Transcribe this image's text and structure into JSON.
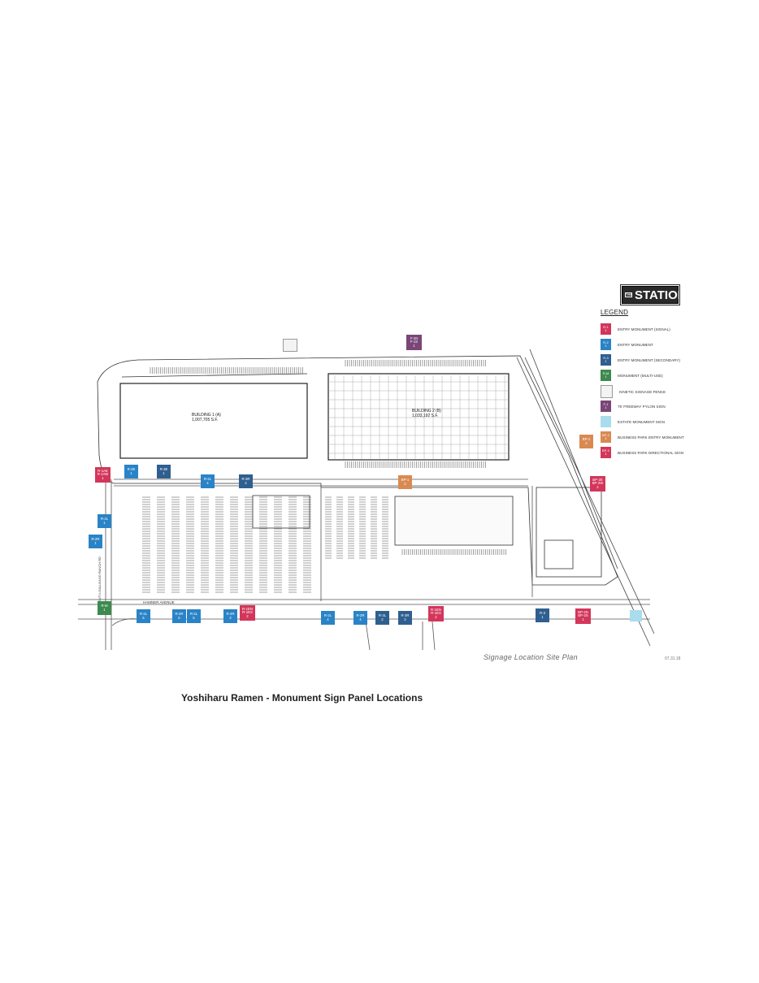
{
  "logo": {
    "the": "THE",
    "name": "STATION"
  },
  "legend": {
    "title": "LEGEND",
    "items": [
      {
        "code": "R-1",
        "num": "1",
        "label": "Entry Monument (Signal)",
        "color": "#d3365a"
      },
      {
        "code": "R-2",
        "num": "1",
        "label": "Entry Monument",
        "color": "#2a83c6"
      },
      {
        "code": "R-3",
        "num": "1",
        "label": "Entry Monument (Secondary)",
        "color": "#2f5f8f"
      },
      {
        "code": "R-M",
        "num": "1",
        "label": "Monument (Multi-Use)",
        "color": "#3d8a4e"
      },
      {
        "code": "",
        "num": "",
        "label": "Kinetic Signage Fence",
        "color": "#f3f3f3"
      },
      {
        "code": "F-1",
        "num": "1",
        "label": "75' Freeway Pylon Sign",
        "color": "#7a4677"
      },
      {
        "code": "",
        "num": "",
        "label": "Estate Monument Sign",
        "color": "#a9dcec"
      },
      {
        "code": "BP-1",
        "num": "1",
        "label": "Business Park Entry Monument",
        "color": "#d98a52"
      },
      {
        "code": "BP-2",
        "num": "1",
        "label": "Business Park Directional Sign",
        "color": "#d3365a"
      }
    ]
  },
  "buildings": [
    {
      "name": "BUILDING 1 (A)",
      "area": "1,007,705 S.F."
    },
    {
      "name": "BUILDING 2 (B)",
      "area": "1,033,192 S.F."
    }
  ],
  "streets": {
    "avenue": "HAMNER AVENUE",
    "boulevard": "CANTU-GALLEANO RANCH RD"
  },
  "markers": [
    {
      "id": "m1",
      "lines": [
        "F-1N",
        "F-1S",
        "1"
      ]
    },
    {
      "id": "m2",
      "lines": [
        "R-1AE",
        "R-1AW",
        "1"
      ]
    },
    {
      "id": "m3",
      "lines": [
        "R-2E",
        "1"
      ]
    },
    {
      "id": "m4",
      "lines": [
        "R-3E",
        "1"
      ]
    },
    {
      "id": "m5",
      "lines": [
        "R-2L",
        "4"
      ]
    },
    {
      "id": "m6",
      "lines": [
        "R-3R",
        "4"
      ]
    },
    {
      "id": "m7",
      "lines": [
        "BP-1",
        "2"
      ]
    },
    {
      "id": "m8",
      "lines": [
        "BP-1",
        "2"
      ]
    },
    {
      "id": "m9",
      "lines": [
        "BP-2E",
        "BP-2W",
        "2"
      ]
    },
    {
      "id": "m10",
      "lines": [
        "R-2L",
        "1"
      ]
    },
    {
      "id": "m11",
      "lines": [
        "R-2R",
        "1"
      ]
    },
    {
      "id": "m12",
      "lines": [
        "R-M",
        "1"
      ]
    },
    {
      "id": "m13",
      "lines": [
        "R-2L",
        "5"
      ]
    },
    {
      "id": "m14",
      "lines": [
        "R-2R",
        "5"
      ]
    },
    {
      "id": "m15",
      "lines": [
        "R-2L",
        "5"
      ]
    },
    {
      "id": "m16",
      "lines": [
        "R-2R",
        "3"
      ]
    },
    {
      "id": "m17",
      "lines": [
        "R-1EN",
        "R-1ES",
        "2"
      ]
    },
    {
      "id": "m18",
      "lines": [
        "R-2L",
        "4"
      ]
    },
    {
      "id": "m19",
      "lines": [
        "R-2R",
        "4"
      ]
    },
    {
      "id": "m20",
      "lines": [
        "R-3L",
        "2"
      ]
    },
    {
      "id": "m21",
      "lines": [
        "R-3R",
        "2"
      ]
    },
    {
      "id": "m22",
      "lines": [
        "R-1EN",
        "R-1ES",
        "2"
      ]
    },
    {
      "id": "m23",
      "lines": [
        "R-3",
        "1"
      ]
    },
    {
      "id": "m24",
      "lines": [
        "BP-2N",
        "BP-2S",
        "1"
      ]
    }
  ],
  "caption": "Signage Location Site Plan",
  "date": "07.31.18",
  "title": "Yoshiharu Ramen - Monument Sign Panel Locations"
}
